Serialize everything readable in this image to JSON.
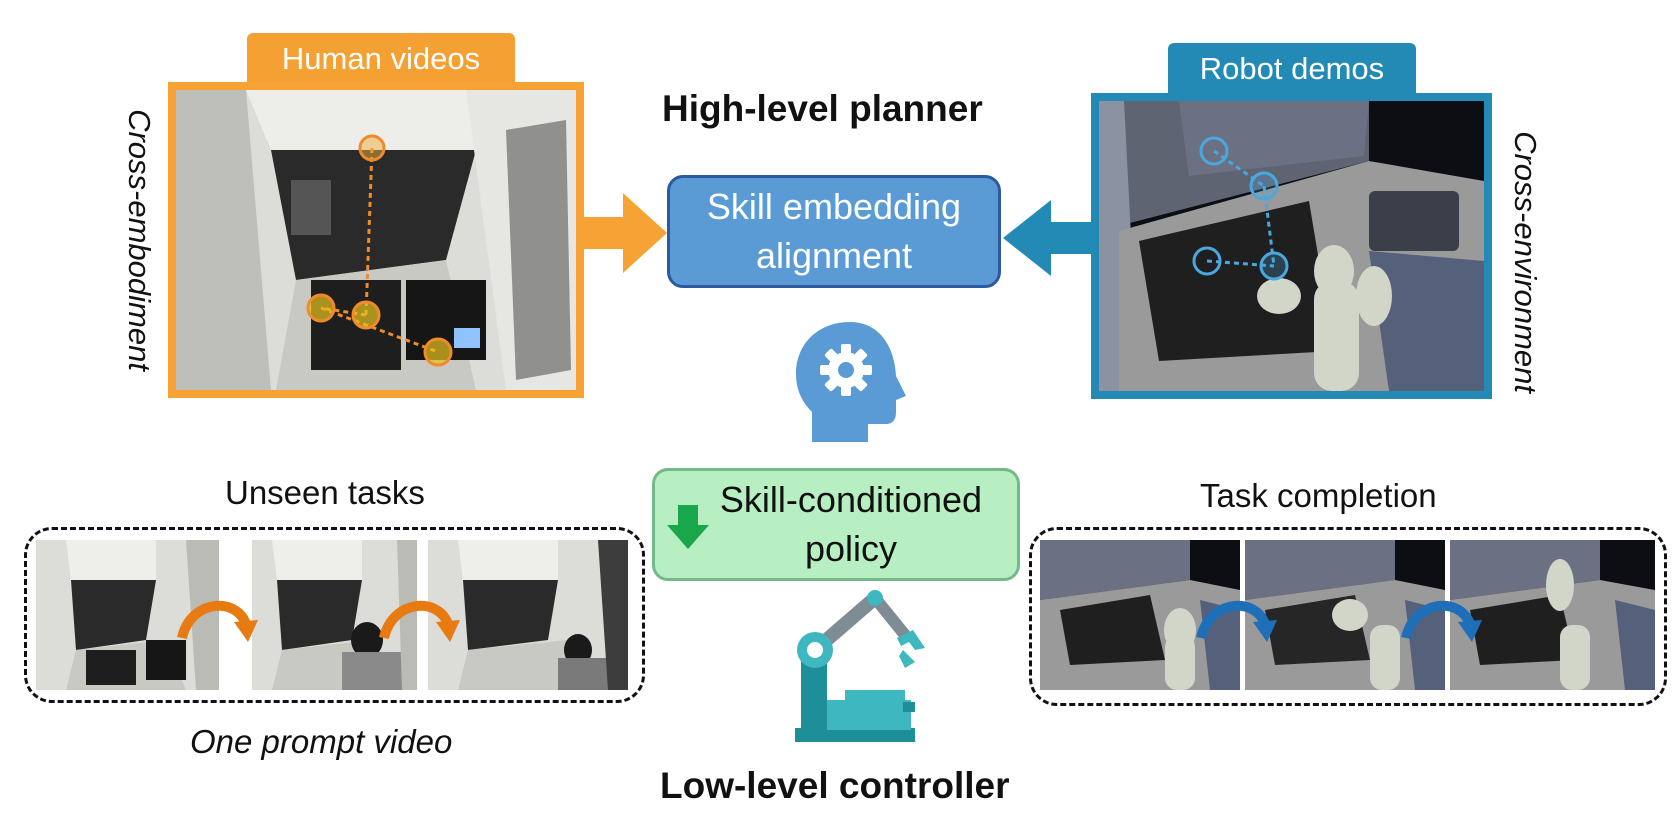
{
  "labels": {
    "human_videos": "Human videos",
    "robot_demos": "Robot demos",
    "cross_embodiment": "Cross-embodiment",
    "cross_environment": "Cross-environment",
    "high_level_planner": "High-level planner",
    "low_level_controller": "Low-level controller",
    "skill_embedding_line1": "Skill embedding",
    "skill_embedding_line2": "alignment",
    "policy_line1": "Skill-conditioned",
    "policy_line2": "policy",
    "unseen_tasks": "Unseen tasks",
    "task_completion": "Task completion",
    "one_prompt_video": "One prompt video"
  },
  "colors": {
    "human_orange": "#f7a234",
    "robot_blue": "#2389b5",
    "skill_box": "#5b9bd5",
    "policy_box": "#b7efc2",
    "down_arrow": "#1aa64a",
    "transition_arrow_orange": "#e87a12",
    "transition_arrow_blue": "#1f6fb8"
  },
  "icons": [
    "arrow-right-icon",
    "arrow-left-icon",
    "brain-gear-icon",
    "arrow-down-icon",
    "robot-arm-icon",
    "curved-arrow-icon"
  ]
}
